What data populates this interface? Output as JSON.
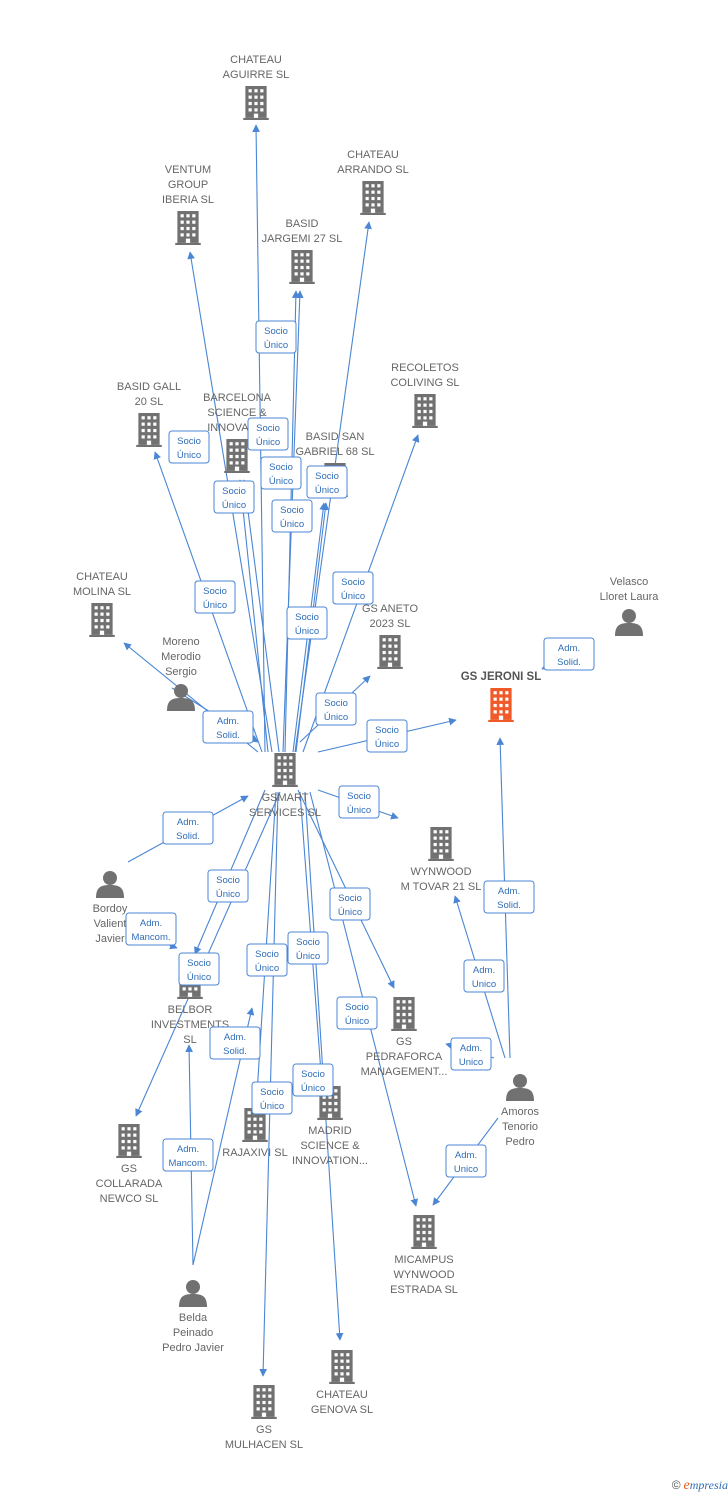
{
  "nodes": [
    {
      "id": "chateau_aguirre",
      "type": "company",
      "lines": [
        "CHATEAU",
        "AGUIRRE  SL"
      ]
    },
    {
      "id": "ventum",
      "type": "company",
      "lines": [
        "VENTUM",
        "GROUP",
        "IBERIA  SL"
      ]
    },
    {
      "id": "chateau_arrando",
      "type": "company",
      "lines": [
        "CHATEAU",
        "ARRANDO  SL"
      ]
    },
    {
      "id": "basid_jargemi",
      "type": "company",
      "lines": [
        "BASID",
        "JARGEMI 27  SL"
      ]
    },
    {
      "id": "recoletos",
      "type": "company",
      "lines": [
        "RECOLETOS",
        "COLIVING  SL"
      ]
    },
    {
      "id": "basid_gall",
      "type": "company",
      "lines": [
        "BASID GALL",
        "20  SL"
      ]
    },
    {
      "id": "barcelona",
      "type": "company",
      "lines": [
        "BARCELONA",
        "SCIENCE &",
        "INNOVATI..."
      ]
    },
    {
      "id": "basid_san",
      "type": "company",
      "lines": [
        "BASID SAN",
        "GABRIEL 68  SL"
      ]
    },
    {
      "id": "chateau_molina",
      "type": "company",
      "lines": [
        "CHATEAU",
        "MOLINA  SL"
      ]
    },
    {
      "id": "moreno",
      "type": "person",
      "lines": [
        "Moreno",
        "Merodio",
        "Sergio"
      ]
    },
    {
      "id": "gs_aneto",
      "type": "company",
      "lines": [
        "GS ANETO",
        "2023  SL"
      ]
    },
    {
      "id": "velasco",
      "type": "person",
      "lines": [
        "Velasco",
        "Lloret Laura"
      ]
    },
    {
      "id": "gs_jeroni",
      "type": "focus",
      "lines": [
        "GS JERONI  SL"
      ]
    },
    {
      "id": "gsmart",
      "type": "company",
      "lines": [
        "GSMART",
        "SERVICES  SL"
      ]
    },
    {
      "id": "wynwood_tovar",
      "type": "company",
      "lines": [
        "WYNWOOD",
        "M TOVAR 21  SL"
      ]
    },
    {
      "id": "bordoy",
      "type": "person",
      "lines": [
        "Bordoy",
        "Valient",
        "Javier"
      ]
    },
    {
      "id": "belbor",
      "type": "company",
      "lines": [
        "BELBOR",
        "INVESTMENTS",
        "SL"
      ]
    },
    {
      "id": "pedraforca",
      "type": "company",
      "lines": [
        "GS",
        "PEDRAFORCA",
        "MANAGEMENT..."
      ]
    },
    {
      "id": "amoros",
      "type": "person",
      "lines": [
        "Amoros",
        "Tenorio",
        "Pedro"
      ]
    },
    {
      "id": "collarada",
      "type": "company",
      "lines": [
        "GS",
        "COLLARADA",
        "NEWCO  SL"
      ]
    },
    {
      "id": "rajaxivi",
      "type": "company",
      "lines": [
        "RAJAXIVI  SL"
      ]
    },
    {
      "id": "madrid",
      "type": "company",
      "lines": [
        "MADRID",
        "SCIENCE &",
        "INNOVATION..."
      ]
    },
    {
      "id": "micampus",
      "type": "company",
      "lines": [
        "MICAMPUS",
        "WYNWOOD",
        "ESTRADA  SL"
      ]
    },
    {
      "id": "belda",
      "type": "person",
      "lines": [
        "Belda",
        "Peinado",
        "Pedro Javier"
      ]
    },
    {
      "id": "chateau_genova",
      "type": "company",
      "lines": [
        "CHATEAU",
        "GENOVA  SL"
      ]
    },
    {
      "id": "gs_mulhacen",
      "type": "company",
      "lines": [
        "GS",
        "MULHACEN  SL"
      ]
    }
  ],
  "edges": [
    {
      "from": "gsmart",
      "to": "chateau_aguirre",
      "label": [
        "Socio",
        "Único"
      ]
    },
    {
      "from": "gsmart",
      "to": "ventum",
      "label": [
        "Socio",
        "Único"
      ]
    },
    {
      "from": "gsmart",
      "to": "chateau_arrando",
      "label": [
        "Socio",
        "Único"
      ]
    },
    {
      "from": "gsmart",
      "to": "basid_jargemi",
      "label": [
        "Socio",
        "Único"
      ]
    },
    {
      "from": "gsmart",
      "to": "basid_jargemi",
      "label": [
        "Socio",
        "Único"
      ]
    },
    {
      "from": "gsmart",
      "to": "recoletos",
      "label": [
        "Socio",
        "Único"
      ]
    },
    {
      "from": "gsmart",
      "to": "basid_gall",
      "label": [
        "Socio",
        "Único"
      ]
    },
    {
      "from": "gsmart",
      "to": "barcelona",
      "label": [
        "Socio",
        "Único"
      ]
    },
    {
      "from": "gsmart",
      "to": "basid_san",
      "label": [
        "Socio",
        "Único"
      ]
    },
    {
      "from": "gsmart",
      "to": "basid_san",
      "label": [
        "Socio",
        "Único"
      ]
    },
    {
      "from": "gsmart",
      "to": "barcelona",
      "label": [
        "Socio",
        "Único"
      ]
    },
    {
      "from": "gsmart",
      "to": "chateau_molina",
      "label": [
        "Socio",
        "Único"
      ]
    },
    {
      "from": "moreno",
      "to": "gsmart",
      "label": [
        "Adm.",
        "Solid."
      ]
    },
    {
      "from": "gsmart",
      "to": "gs_aneto",
      "label": [
        "Socio",
        "Único"
      ]
    },
    {
      "from": "gsmart",
      "to": "gs_jeroni",
      "label": [
        "Socio",
        "Único"
      ]
    },
    {
      "from": "velasco",
      "to": "gs_jeroni",
      "label": [
        "Adm.",
        "Solid."
      ]
    },
    {
      "from": "gsmart",
      "to": "wynwood_tovar",
      "label": [
        "Socio",
        "Único"
      ]
    },
    {
      "from": "bordoy",
      "to": "gsmart",
      "label": [
        "Adm.",
        "Solid."
      ]
    },
    {
      "from": "bordoy",
      "to": "belbor",
      "label": [
        "Adm.",
        "Mancom."
      ]
    },
    {
      "from": "gsmart",
      "to": "belbor",
      "label": [
        "Socio",
        "Único"
      ]
    },
    {
      "from": "gsmart",
      "to": "pedraforca",
      "label": [
        "Socio",
        "Único"
      ]
    },
    {
      "from": "amoros",
      "to": "gs_jeroni",
      "label": [
        "Adm.",
        "Solid."
      ]
    },
    {
      "from": "amoros",
      "to": "wynwood_tovar",
      "label": [
        "Adm.",
        "Unico"
      ]
    },
    {
      "from": "amoros",
      "to": "pedraforca",
      "label": [
        "Adm.",
        "Unico"
      ]
    },
    {
      "from": "amoros",
      "to": "micampus",
      "label": [
        "Adm.",
        "Unico"
      ]
    },
    {
      "from": "gsmart",
      "to": "collarada",
      "label": [
        "Socio",
        "Único"
      ]
    },
    {
      "from": "gsmart",
      "to": "rajaxivi",
      "label": [
        "Socio",
        "Único"
      ]
    },
    {
      "from": "gsmart",
      "to": "madrid",
      "label": [
        "Socio",
        "Único"
      ]
    },
    {
      "from": "gsmart",
      "to": "micampus",
      "label": [
        "Socio",
        "Único"
      ]
    },
    {
      "from": "belda",
      "to": "belbor",
      "label": [
        "Adm.",
        "Mancom."
      ]
    },
    {
      "from": "belda",
      "to": "gsmart",
      "label": [
        "Adm.",
        "Solid."
      ]
    },
    {
      "from": "gsmart",
      "to": "chateau_genova",
      "label": [
        "Socio",
        "Único"
      ]
    },
    {
      "from": "gsmart",
      "to": "gs_mulhacen",
      "label": [
        "Socio",
        "Único"
      ]
    }
  ],
  "colors": {
    "edge": "#4a86d4",
    "company": "#717171",
    "focus": "#f05a28",
    "person": "#717171"
  },
  "footer": {
    "copyright": "©",
    "brand_initial": "e",
    "brand_rest": "mpresia"
  }
}
